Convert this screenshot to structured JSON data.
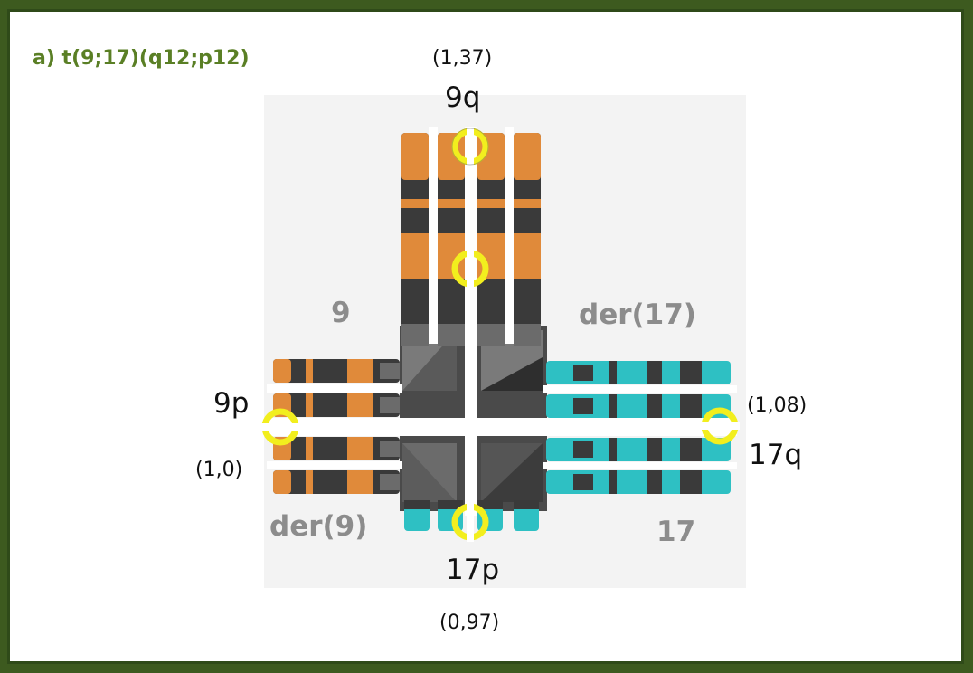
{
  "title": "a)  t(9;17)(q12;p12)",
  "colors": {
    "chr9": "#e08a3a",
    "chr17": "#2ec0c3",
    "dark_band": "#3a3a3a",
    "mid_band": "#6b6b6b",
    "marker": "#f2ee1e",
    "title": "#5a7f25",
    "chr_label": "#8c8c8c"
  },
  "chromosome_labels": {
    "chr9": "9",
    "der17": "der(17)",
    "der9": "der(9)",
    "chr17": "17"
  },
  "probes": [
    {
      "arm": "9q",
      "ratio": "(1,37)"
    },
    {
      "arm": "9p",
      "ratio": "(1,0)"
    },
    {
      "arm": "17q",
      "ratio": "(1,08)"
    },
    {
      "arm": "17p",
      "ratio": "(0,97)"
    }
  ],
  "icons": {
    "marker": "fish-probe-circle-icon"
  }
}
